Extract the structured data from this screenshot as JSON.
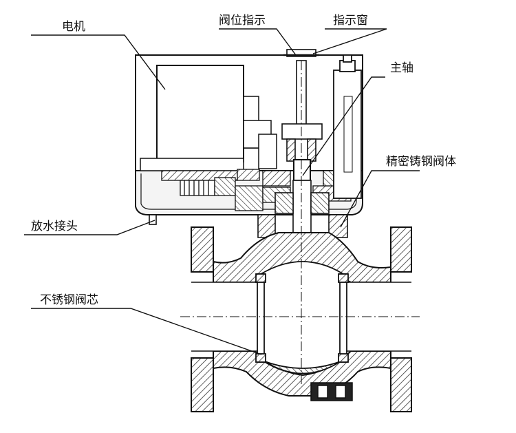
{
  "labels": {
    "motor": "电机",
    "valve_position_indicator": "阀位指示",
    "indicator_window": "指示窗",
    "main_shaft": "主轴",
    "precision_cast_steel_body": "精密铸钢阀体",
    "drain_fitting": "放水接头",
    "stainless_steel_ball": "不锈钢阀芯"
  },
  "colors": {
    "line": "#111111",
    "hatch": "#333333",
    "background": "#ffffff",
    "panel": "#f2f2f2"
  }
}
